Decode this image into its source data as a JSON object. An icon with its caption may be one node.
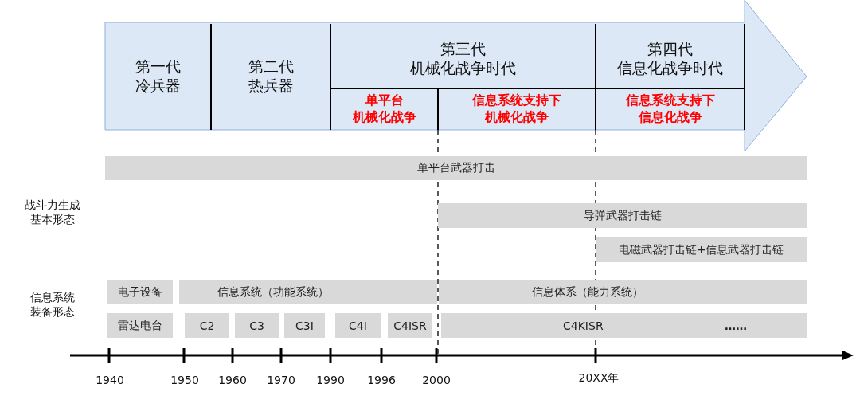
{
  "diagram": {
    "nodes": [
      {
        "text": [
          "第一代冷兵器"
        ]
      },
      {
        "text": [
          "第二代热兵器"
        ]
      },
      {
        "text": [
          "第三代机械化战争时代"
        ]
      },
      {
        "text": [
          "单平台机械化战争"
        ],
        "in": 2
      },
      {
        "text": [
          "信息系统支持下机械化战争"
        ],
        "in": 2
      },
      {
        "text": [
          "第四代信息化战争时代"
        ]
      },
      {
        "text": [
          "信息系统支持下信息化战争"
        ],
        "in": 5
      },
      {
        "text": [
          "单平台武器打击"
        ]
      },
      {
        "text": [
          "导弹武器打击链"
        ]
      },
      {
        "text": [
          "电磁武器打击链+信息武器打击链"
        ]
      },
      {
        "text": [
          "电子设备"
        ]
      },
      {
        "text": [
          "信息系统（功能系统）"
        ]
      },
      {
        "text": [
          "信息体系（能力系统）"
        ]
      },
      {
        "text": [
          "雷达电台"
        ]
      },
      {
        "text": [
          "C2"
        ]
      },
      {
        "text": [
          "C3"
        ]
      },
      {
        "text": [
          "C3I"
        ]
      },
      {
        "text": [
          "C4I"
        ]
      },
      {
        "text": [
          "C4ISR"
        ]
      },
      {
        "text": [
          "C4KISR",
          "……"
        ]
      }
    ],
    "labels": [
      "战斗力生成基本形态",
      "信息系统装备形态",
      "1940",
      "1950",
      "1960",
      "1970",
      "1990",
      "1996",
      "2000",
      "20XX年"
    ]
  }
}
